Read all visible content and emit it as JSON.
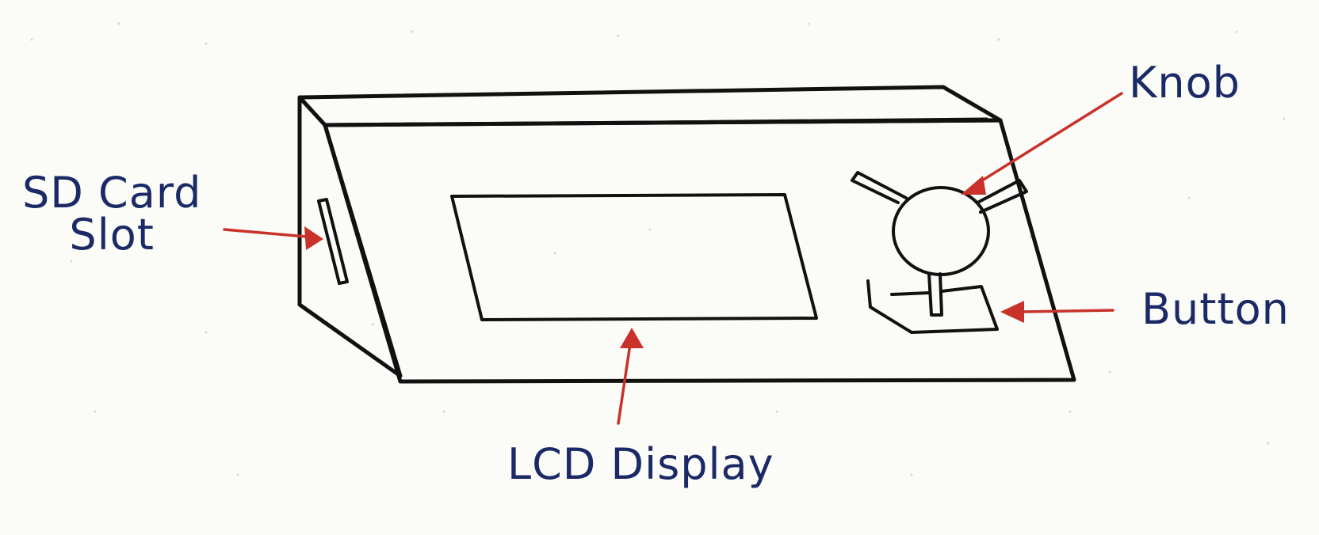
{
  "labels": {
    "sd_card_slot_line1": "SD Card",
    "sd_card_slot_line2": "Slot",
    "knob": "Knob",
    "lcd_display": "LCD Display",
    "button": "Button"
  },
  "colors": {
    "ink": "#111111",
    "label_ink": "#1b2a66",
    "arrow": "#c8322b",
    "paper": "#fbfbf8"
  }
}
